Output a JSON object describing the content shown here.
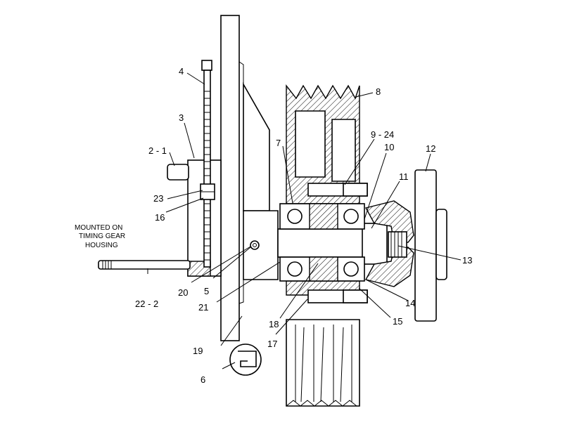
{
  "callouts": {
    "c1": "2 - 1",
    "c2": "22 - 2",
    "c3": "3",
    "c4": "4",
    "c5": "5",
    "c6": "6",
    "c7": "7",
    "c8": "8",
    "c9": "9 - 24",
    "c10": "10",
    "c11": "11",
    "c12": "12",
    "c13": "13",
    "c14": "14",
    "c15": "15",
    "c16": "16",
    "c17": "17",
    "c18": "18",
    "c19": "19",
    "c20": "20",
    "c21": "21",
    "c23": "23"
  },
  "note": {
    "line1": "MOUNTED ON",
    "line2": "TIMING GEAR",
    "line3": "HOUSING"
  }
}
